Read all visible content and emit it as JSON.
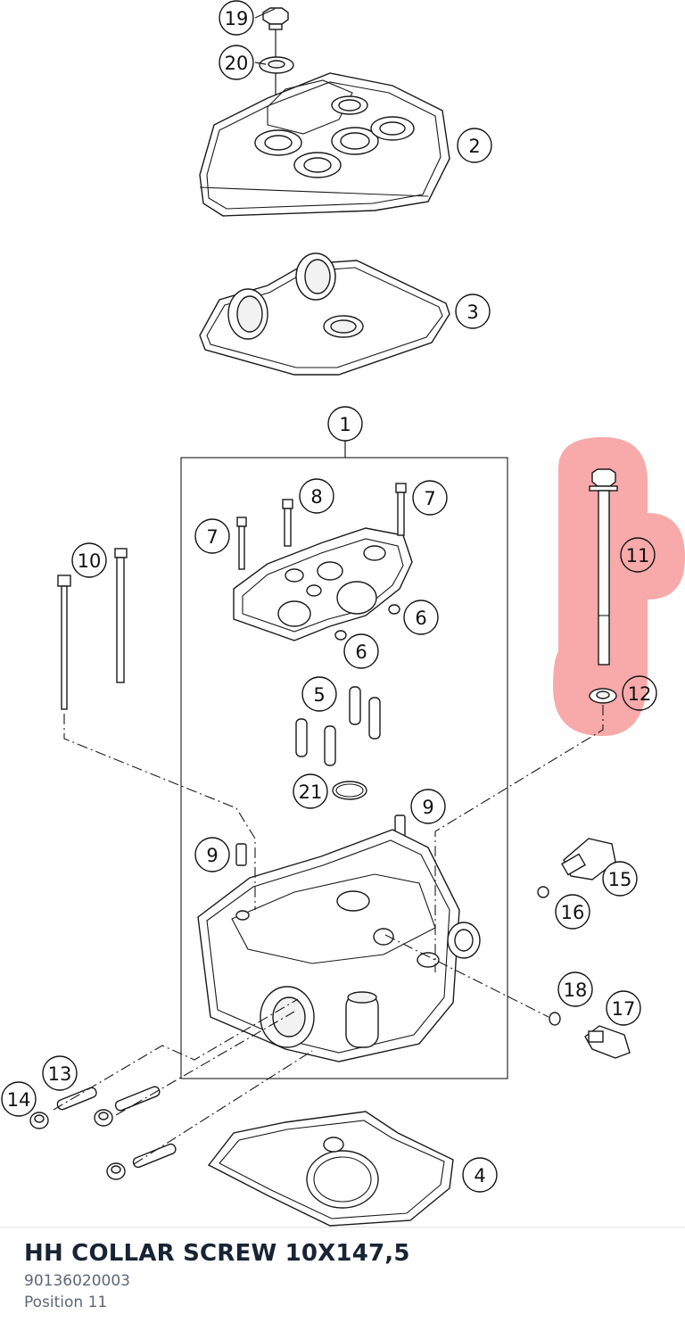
{
  "diagram": {
    "callouts": [
      "19",
      "20",
      "2",
      "3",
      "1",
      "8",
      "7",
      "7",
      "6",
      "6",
      "5",
      "10",
      "11",
      "12",
      "21",
      "9",
      "9",
      "15",
      "16",
      "18",
      "17",
      "13",
      "14",
      "4"
    ],
    "highlight_color": "#f79a9a"
  },
  "selected_part": {
    "title": "HH COLLAR SCREW 10X147,5",
    "number": "90136020003",
    "position": "Position 11"
  }
}
